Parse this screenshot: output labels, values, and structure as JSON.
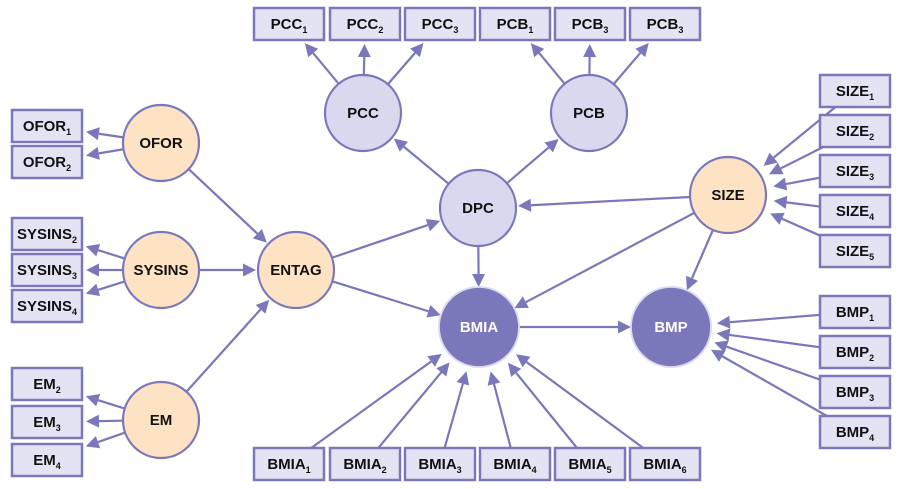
{
  "colors": {
    "edge": "#7a77bb",
    "box_fill": "#e4e3f3",
    "box_stroke": "#7a77bb",
    "exogenous_fill": "#fde3c3",
    "mediator_fill": "#d9d8ef",
    "outcome_fill": "#7a77bb",
    "outcome_text": "#ffffff",
    "dark_text": "#111111"
  },
  "latent_nodes": [
    {
      "id": "OFOR",
      "label": "OFOR",
      "type": "exogenous"
    },
    {
      "id": "SYSINS",
      "label": "SYSINS",
      "type": "exogenous"
    },
    {
      "id": "EM",
      "label": "EM",
      "type": "exogenous"
    },
    {
      "id": "ENTAG",
      "label": "ENTAG",
      "type": "exogenous"
    },
    {
      "id": "SIZE",
      "label": "SIZE",
      "type": "exogenous"
    },
    {
      "id": "PCC",
      "label": "PCC",
      "type": "mediator"
    },
    {
      "id": "PCB",
      "label": "PCB",
      "type": "mediator"
    },
    {
      "id": "DPC",
      "label": "DPC",
      "type": "mediator"
    },
    {
      "id": "BMIA",
      "label": "BMIA",
      "type": "outcome"
    },
    {
      "id": "BMP",
      "label": "BMP",
      "type": "outcome"
    }
  ],
  "indicators": [
    {
      "id": "OFOR1",
      "base": "OFOR",
      "sub": "1",
      "latent": "OFOR",
      "dir": "out"
    },
    {
      "id": "OFOR2",
      "base": "OFOR",
      "sub": "2",
      "latent": "OFOR",
      "dir": "out"
    },
    {
      "id": "SYSINS2",
      "base": "SYSINS",
      "sub": "2",
      "latent": "SYSINS",
      "dir": "out"
    },
    {
      "id": "SYSINS3",
      "base": "SYSINS",
      "sub": "3",
      "latent": "SYSINS",
      "dir": "out"
    },
    {
      "id": "SYSINS4",
      "base": "SYSINS",
      "sub": "4",
      "latent": "SYSINS",
      "dir": "out"
    },
    {
      "id": "EM2",
      "base": "EM",
      "sub": "2",
      "latent": "EM",
      "dir": "out"
    },
    {
      "id": "EM3",
      "base": "EM",
      "sub": "3",
      "latent": "EM",
      "dir": "out"
    },
    {
      "id": "EM4",
      "base": "EM",
      "sub": "4",
      "latent": "EM",
      "dir": "out"
    },
    {
      "id": "PCC1",
      "base": "PCC",
      "sub": "1",
      "latent": "PCC",
      "dir": "out"
    },
    {
      "id": "PCC2",
      "base": "PCC",
      "sub": "2",
      "latent": "PCC",
      "dir": "out"
    },
    {
      "id": "PCC3",
      "base": "PCC",
      "sub": "3",
      "latent": "PCC",
      "dir": "out"
    },
    {
      "id": "PCB1",
      "base": "PCB",
      "sub": "1",
      "latent": "PCB",
      "dir": "out"
    },
    {
      "id": "PCB3a",
      "base": "PCB",
      "sub": "3",
      "latent": "PCB",
      "dir": "out"
    },
    {
      "id": "PCB3b",
      "base": "PCB",
      "sub": "3",
      "latent": "PCB",
      "dir": "out"
    },
    {
      "id": "SIZE1",
      "base": "SIZE",
      "sub": "1",
      "latent": "SIZE",
      "dir": "in"
    },
    {
      "id": "SIZE2",
      "base": "SIZE",
      "sub": "2",
      "latent": "SIZE",
      "dir": "in"
    },
    {
      "id": "SIZE3",
      "base": "SIZE",
      "sub": "3",
      "latent": "SIZE",
      "dir": "in"
    },
    {
      "id": "SIZE4",
      "base": "SIZE",
      "sub": "4",
      "latent": "SIZE",
      "dir": "in"
    },
    {
      "id": "SIZE5",
      "base": "SIZE",
      "sub": "5",
      "latent": "SIZE",
      "dir": "in"
    },
    {
      "id": "BMP1",
      "base": "BMP",
      "sub": "1",
      "latent": "BMP",
      "dir": "in"
    },
    {
      "id": "BMP2",
      "base": "BMP",
      "sub": "2",
      "latent": "BMP",
      "dir": "in"
    },
    {
      "id": "BMP3",
      "base": "BMP",
      "sub": "3",
      "latent": "BMP",
      "dir": "in"
    },
    {
      "id": "BMP4",
      "base": "BMP",
      "sub": "4",
      "latent": "BMP",
      "dir": "in"
    },
    {
      "id": "BMIA1",
      "base": "BMIA",
      "sub": "1",
      "latent": "BMIA",
      "dir": "in"
    },
    {
      "id": "BMIA2",
      "base": "BMIA",
      "sub": "2",
      "latent": "BMIA",
      "dir": "in"
    },
    {
      "id": "BMIA3",
      "base": "BMIA",
      "sub": "3",
      "latent": "BMIA",
      "dir": "in"
    },
    {
      "id": "BMIA4",
      "base": "BMIA",
      "sub": "4",
      "latent": "BMIA",
      "dir": "in"
    },
    {
      "id": "BMIA5",
      "base": "BMIA",
      "sub": "5",
      "latent": "BMIA",
      "dir": "in"
    },
    {
      "id": "BMIA6",
      "base": "BMIA",
      "sub": "6",
      "latent": "BMIA",
      "dir": "in"
    }
  ],
  "structural_paths": [
    {
      "from": "OFOR",
      "to": "ENTAG"
    },
    {
      "from": "SYSINS",
      "to": "ENTAG"
    },
    {
      "from": "EM",
      "to": "ENTAG"
    },
    {
      "from": "ENTAG",
      "to": "DPC"
    },
    {
      "from": "ENTAG",
      "to": "BMIA"
    },
    {
      "from": "DPC",
      "to": "PCC"
    },
    {
      "from": "DPC",
      "to": "PCB"
    },
    {
      "from": "DPC",
      "to": "BMIA"
    },
    {
      "from": "SIZE",
      "to": "DPC"
    },
    {
      "from": "SIZE",
      "to": "BMIA"
    },
    {
      "from": "SIZE",
      "to": "BMP"
    },
    {
      "from": "BMIA",
      "to": "BMP"
    }
  ]
}
